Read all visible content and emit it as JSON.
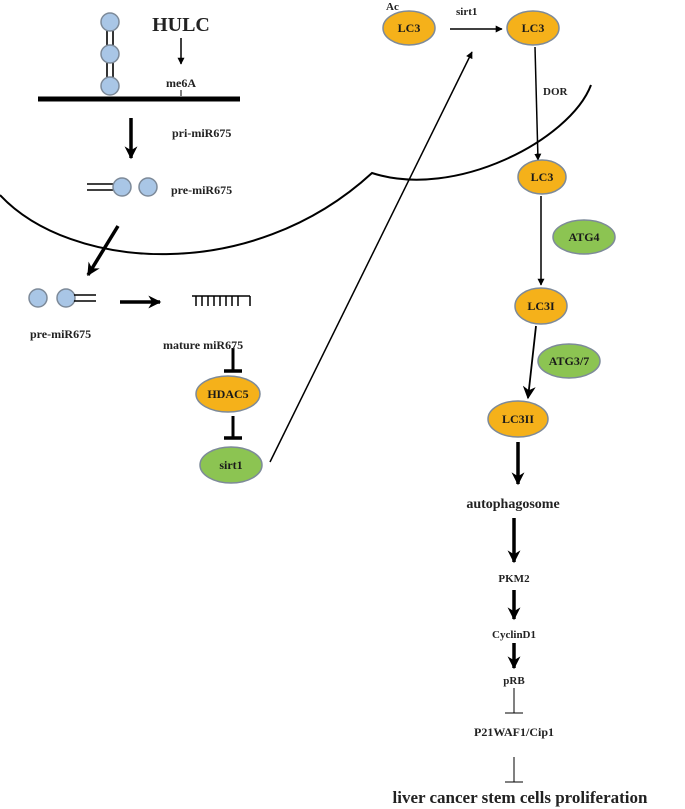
{
  "labels": {
    "hulc": "HULC",
    "m6a": "me6A",
    "pri_mir": "pri-miR675",
    "pre_mir_nucleus": "pre-miR675",
    "pre_mir_cyto": "pre-miR675",
    "mature_mir": "mature miR675",
    "ac": "Ac",
    "sirt1_arrow": "sirt1",
    "dor": "DOR",
    "autophagosome": "autophagosome",
    "pkm2": "PKM2",
    "cyclind1": "CyclinD1",
    "prb": "pRB",
    "p21": "P21WAF1/Cip1",
    "outcome": "liver cancer stem cells proliferation"
  },
  "nodes": {
    "lc3_ac": "LC3",
    "lc3_deac": "LC3",
    "lc3_nuc": "LC3",
    "atg4": "ATG4",
    "lc3i": "LC3I",
    "atg37": "ATG3/7",
    "lc3ii": "LC3II",
    "hdac5": "HDAC5",
    "sirt1": "sirt1"
  },
  "colors": {
    "orange": "#f5b11a",
    "green": "#8cc452",
    "blue_bead": "#a9c6e6",
    "node_border": "#7d8a99",
    "line": "#000000"
  }
}
